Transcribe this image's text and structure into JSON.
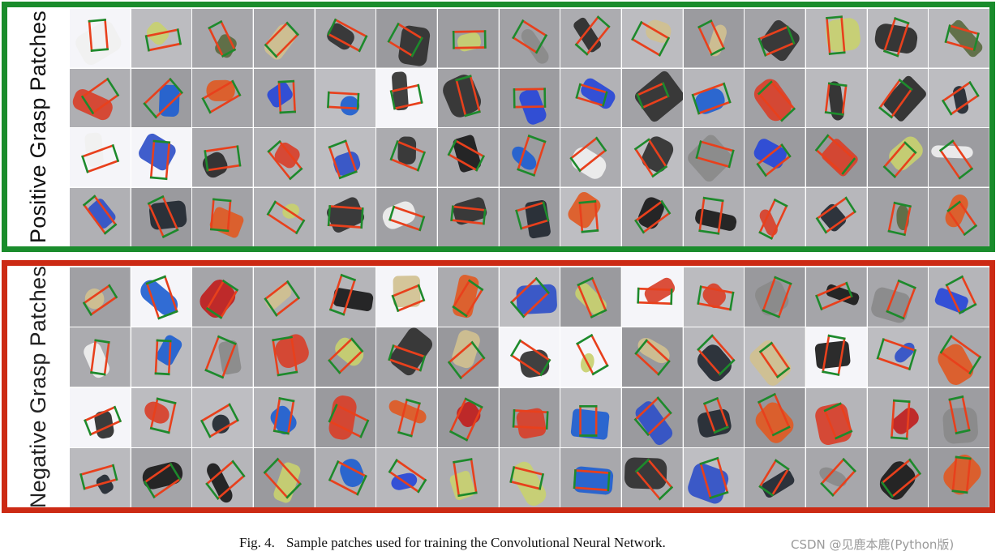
{
  "figure": {
    "number_label": "Fig. 4.",
    "caption_text": "Sample patches used for training the Convolutional Neural Network."
  },
  "watermark": "CSDN @见鹿本鹿(Python版)",
  "colors": {
    "positive_border": "#1a8c2c",
    "negative_border": "#cc2a14",
    "grasp_red": "#e8401c",
    "grasp_green": "#1d8a2c"
  },
  "panels": {
    "positive": {
      "label": "Positive Grasp Patches",
      "rows": 4,
      "cols": 15,
      "patch_count": 60
    },
    "negative": {
      "label": "Negative Grasp Patches",
      "rows": 4,
      "cols": 15,
      "patch_count": 60
    }
  }
}
